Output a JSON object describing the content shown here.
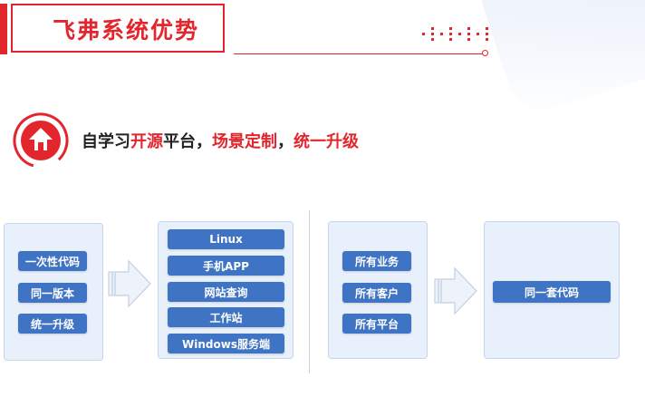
{
  "header": {
    "title": "飞弗系统优势"
  },
  "subtitle": {
    "part1": "自学习",
    "part2": "开源",
    "part3": "平台，",
    "part4": "场景定制",
    "part5": "，",
    "part6": "统一升级"
  },
  "group1": {
    "items": [
      "一次性代码",
      "同一版本",
      "统一升级"
    ]
  },
  "group2": {
    "items": [
      "Linux",
      "手机APP",
      "网站查询",
      "工作站",
      "Windows服务端"
    ]
  },
  "group3": {
    "items": [
      "所有业务",
      "所有客户",
      "所有平台"
    ]
  },
  "group4": {
    "items": [
      "同一套代码"
    ]
  },
  "colors": {
    "accent_red": "#e3262d",
    "tag_blue": "#3f73c4",
    "panel_bg": "#e8f0fb"
  },
  "icons": {
    "subtitle_icon": "upload-house-icon",
    "arrows": "right-arrow-icon"
  }
}
